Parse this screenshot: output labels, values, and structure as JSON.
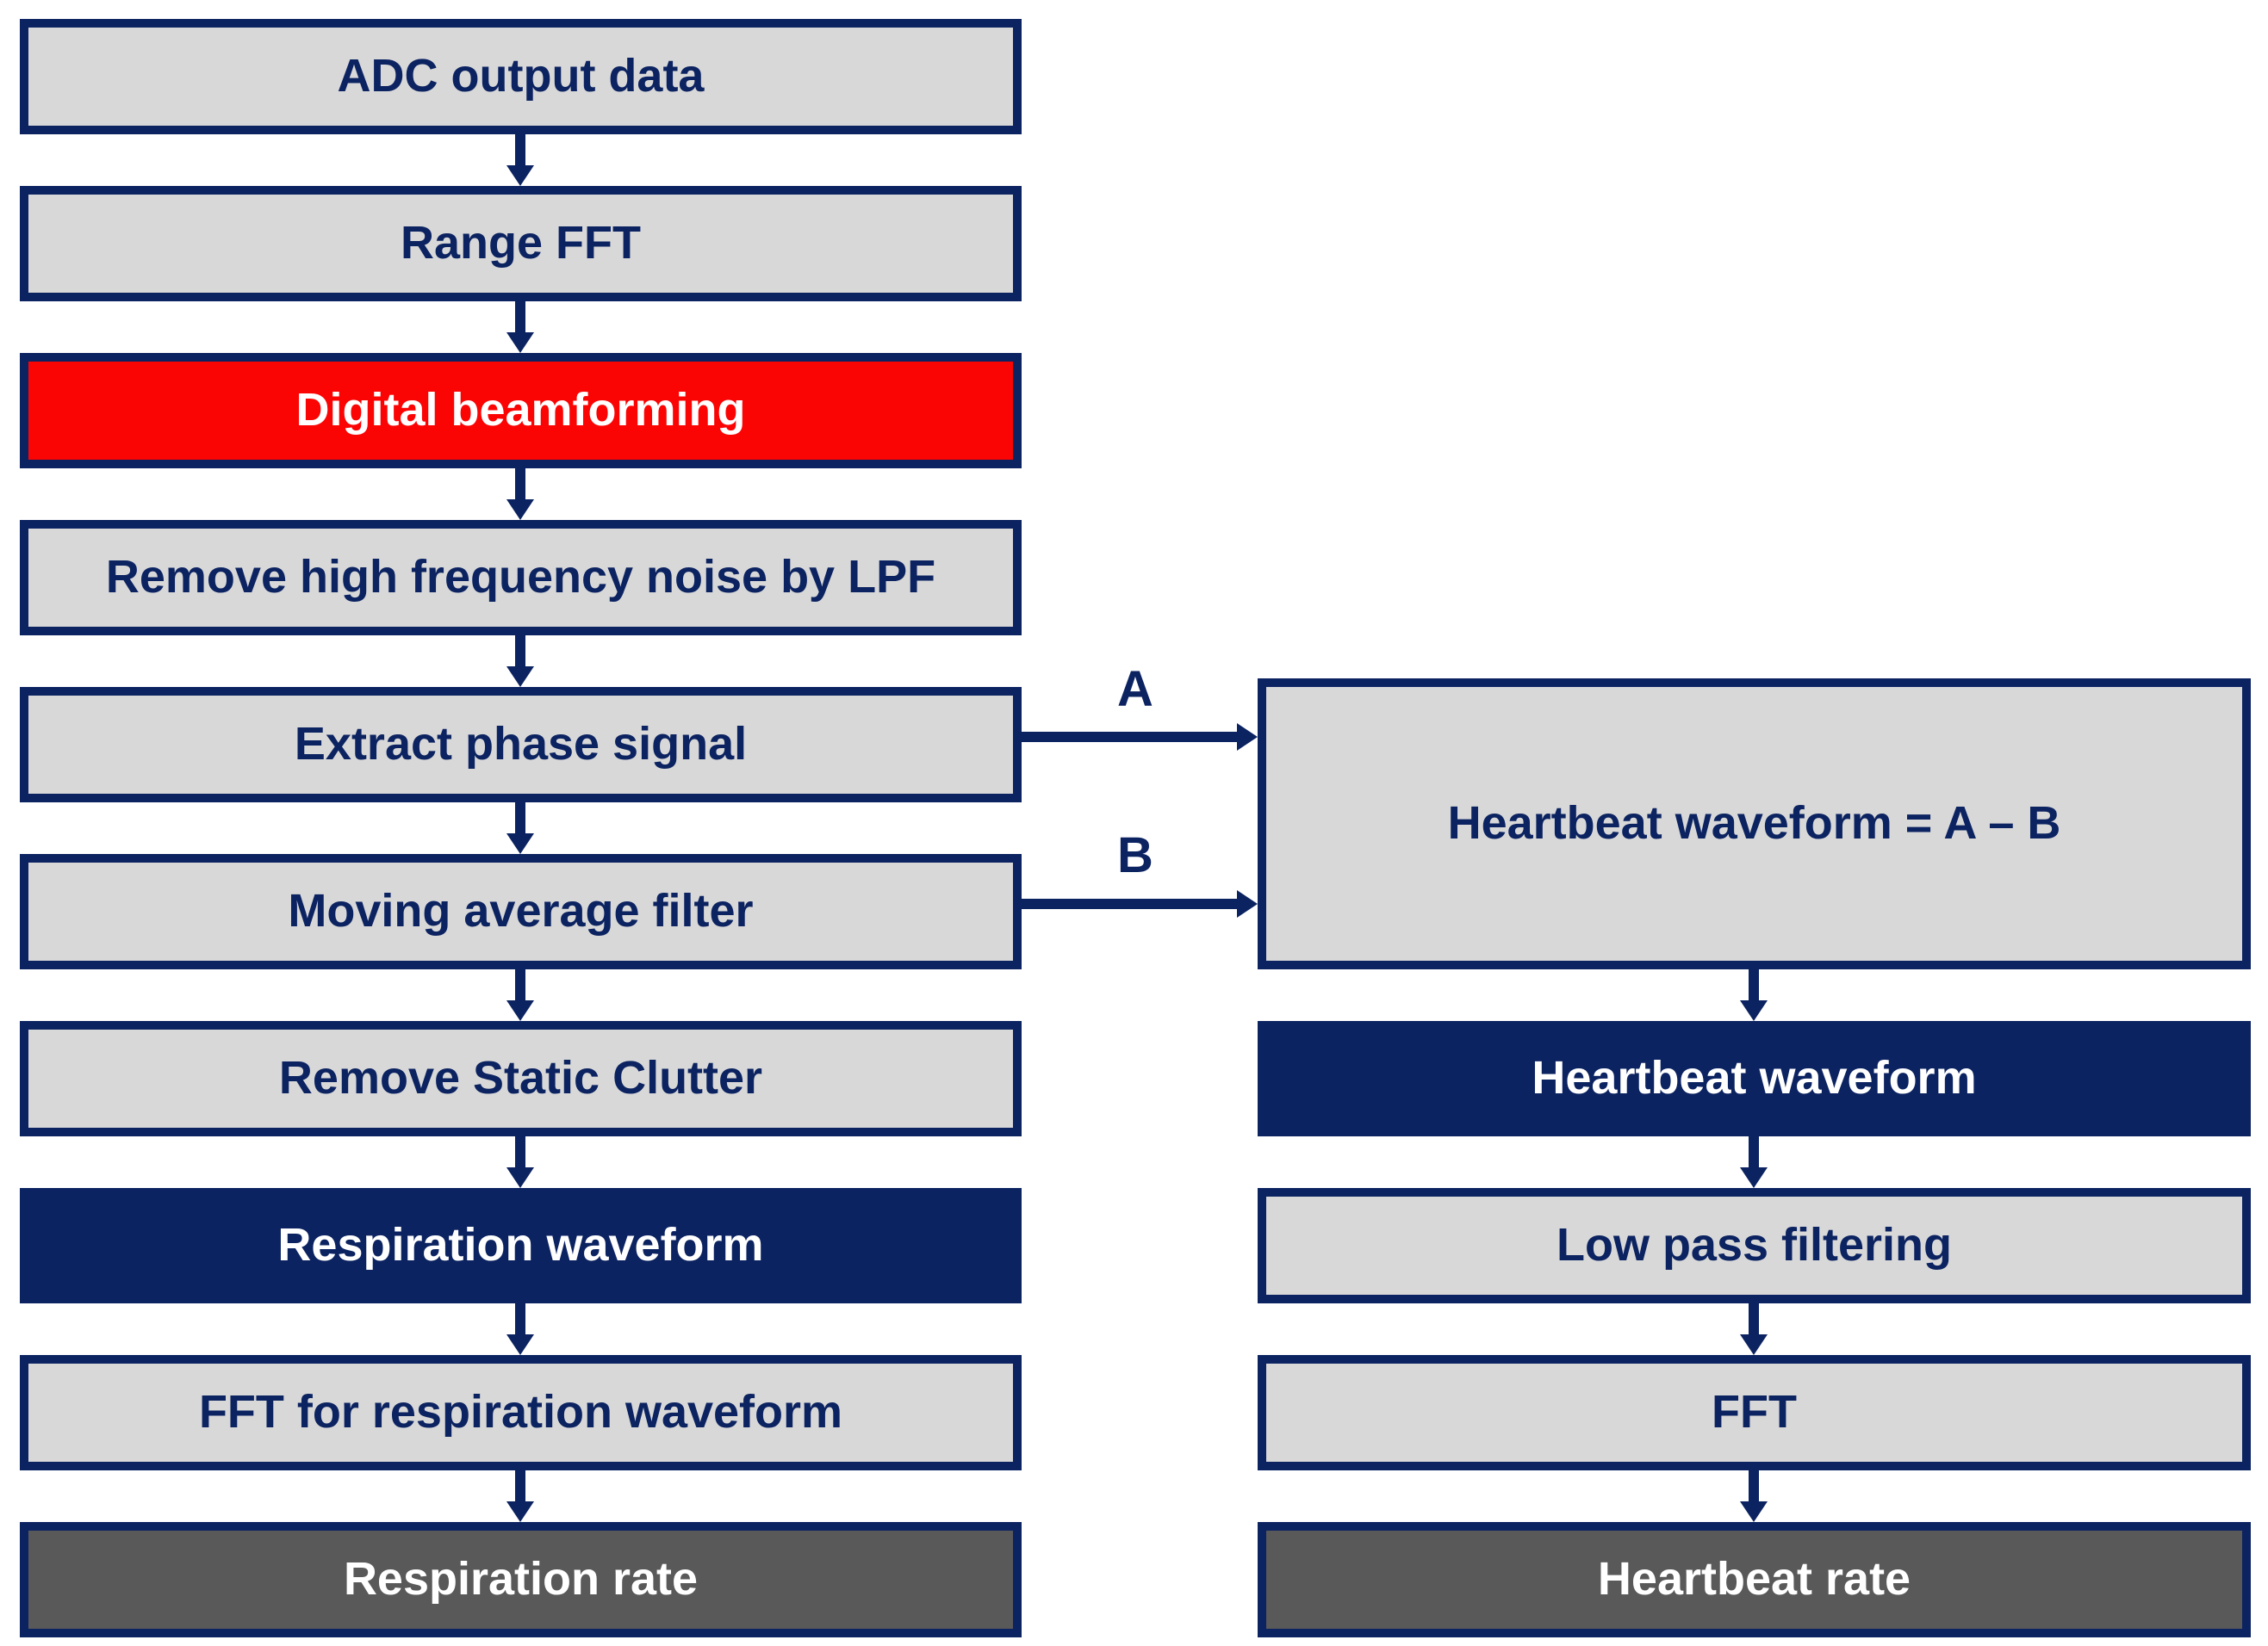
{
  "colors": {
    "navy": "#0c2361",
    "red": "#fb0404",
    "light_gray": "#d8d8d8",
    "dark_gray": "#595959"
  },
  "left_column": {
    "boxes": [
      {
        "label": "ADC output data",
        "variant": "gray"
      },
      {
        "label": "Range FFT",
        "variant": "gray"
      },
      {
        "label": "Digital beamforming",
        "variant": "red"
      },
      {
        "label": "Remove high frequency noise by LPF",
        "variant": "gray"
      },
      {
        "label": "Extract phase signal",
        "variant": "gray"
      },
      {
        "label": "Moving average filter",
        "variant": "gray"
      },
      {
        "label": "Remove Static Clutter",
        "variant": "gray"
      },
      {
        "label": "Respiration waveform",
        "variant": "navy"
      },
      {
        "label": "FFT for respiration waveform",
        "variant": "gray"
      },
      {
        "label": "Respiration rate",
        "variant": "darkgray"
      }
    ]
  },
  "right_column": {
    "boxes": [
      {
        "label": "Heartbeat waveform = A – B",
        "variant": "gray"
      },
      {
        "label": "Heartbeat waveform",
        "variant": "navy"
      },
      {
        "label": "Low pass filtering",
        "variant": "gray"
      },
      {
        "label": "FFT",
        "variant": "gray"
      },
      {
        "label": "Heartbeat rate",
        "variant": "darkgray"
      }
    ]
  },
  "connectors": {
    "a_label": "A",
    "b_label": "B"
  }
}
